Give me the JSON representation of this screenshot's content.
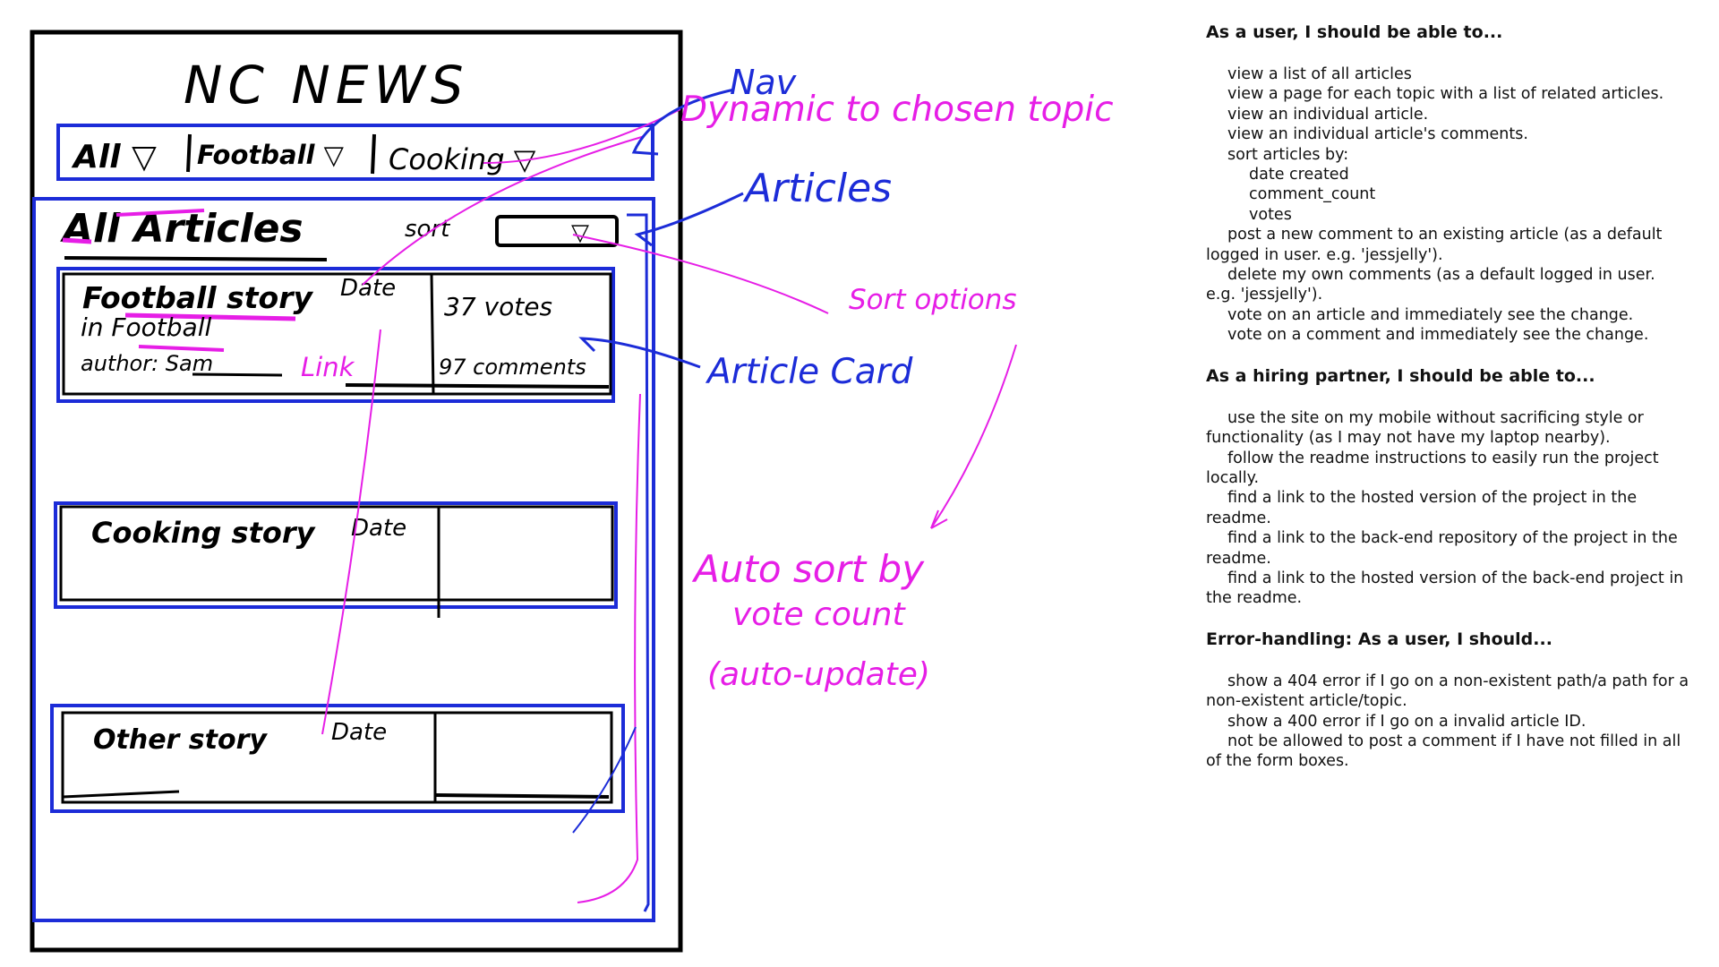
{
  "wireframe": {
    "title": "NC NEWS",
    "nav_items": [
      "All ▽",
      "Football ▽",
      "Cooking ▽"
    ],
    "heading": "All Articles",
    "sort_label": "sort",
    "dropdown_icon": "▽",
    "cards": [
      {
        "title": "Football story",
        "topic": "in Football",
        "author": "author: Sam",
        "date": "Date",
        "votes": "37 votes",
        "comments": "97 comments"
      },
      {
        "title": "Cooking story",
        "date": "Date"
      },
      {
        "title": "Other story",
        "date": "Date"
      }
    ]
  },
  "annotations": {
    "nav": "Nav",
    "dynamic": "Dynamic to chosen topic",
    "articles": "Articles",
    "sort_options": "Sort options",
    "article_card": "Article Card",
    "link": "Link",
    "auto_sort_1": "Auto sort by",
    "auto_sort_2": "vote count",
    "auto_sort_3": "(auto-update)"
  },
  "notes": {
    "user": {
      "heading": "As a user, I should be able to...",
      "items": [
        "view a list of all articles",
        "view a page for each topic with a list of related articles.",
        "view an individual article.",
        "view an individual article's comments.",
        "sort articles by:",
        "date created",
        "comment_count",
        "votes",
        "post a new comment to an existing article (as a default logged in user. e.g. 'jessjelly').",
        "delete my own comments (as a default logged in user. e.g. 'jessjelly').",
        "vote on an article and immediately see the change.",
        "vote on a comment and immediately see the change."
      ]
    },
    "hiring": {
      "heading": "As a hiring partner, I should be able to...",
      "items": [
        "use the site on my mobile without sacrificing style or functionality (as I may not have my laptop nearby).",
        "follow the readme instructions to easily run the project locally.",
        "find a link to the hosted version of the project in the readme.",
        "find a link to the back-end repository of the project in the readme.",
        "find a link to the hosted version of the back-end project in the readme."
      ]
    },
    "errors": {
      "heading": "Error-handling: As a user, I should...",
      "items": [
        "show a 404 error if I go on a non-existent path/a path for a non-existent article/topic.",
        "show a 400 error if I go on a invalid article ID.",
        "not be allowed to post a comment if I have not filled in all of the form boxes."
      ]
    }
  },
  "colors": {
    "ink": "#000000",
    "blue": "#1c2cd8",
    "pink": "#e61ee6"
  }
}
